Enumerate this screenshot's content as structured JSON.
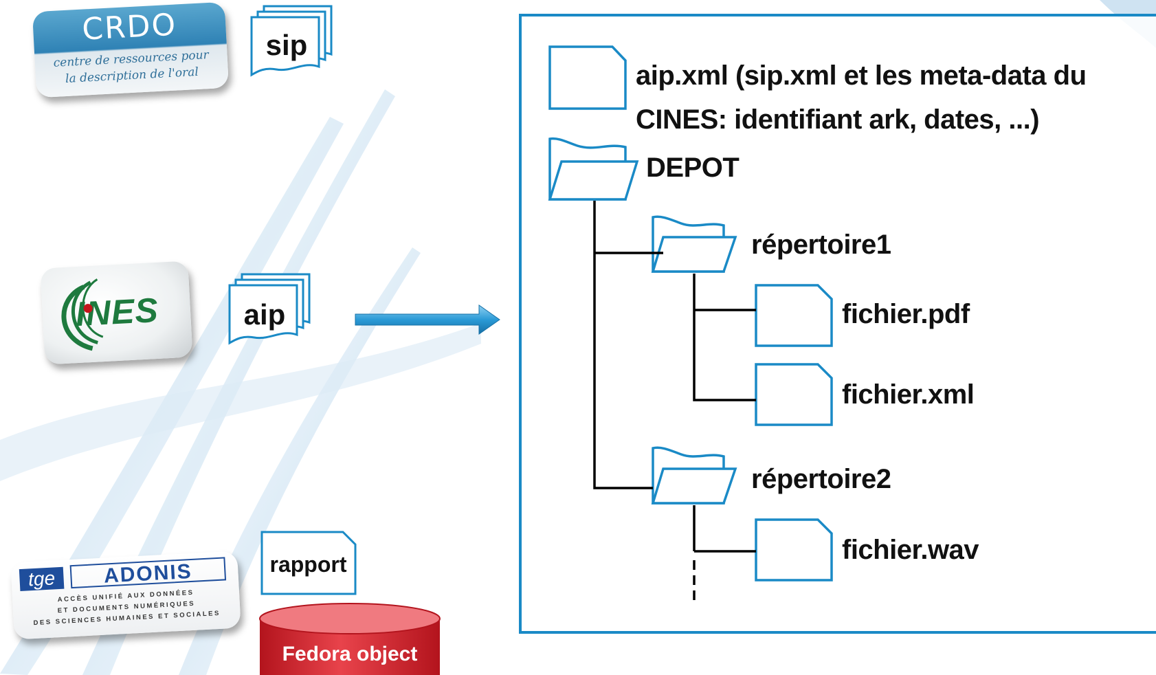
{
  "colors": {
    "accent": "#1a8ac6",
    "doc_fill": "#ffffff",
    "tree_line": "#000000",
    "fedora_red": "#d11f2a",
    "arrow_blue": "#2b9ad6"
  },
  "logos": {
    "crdo": {
      "title": "CRDO",
      "subtitle_line1": "centre de ressources pour",
      "subtitle_line2": "la description de l'oral"
    },
    "cines": {
      "text": "INES"
    },
    "adonis": {
      "tge": "tge",
      "name": "ADONIS",
      "line1": "ACCÈS UNIFIÉ AUX DONNÉES",
      "line2": "ET DOCUMENTS NUMÉRIQUES",
      "line3": "DES SCIENCES HUMAINES ET SOCIALES"
    }
  },
  "documents": {
    "sip": "sip",
    "aip": "aip",
    "rapport": "rapport",
    "fedora": "Fedora object"
  },
  "tree": {
    "root_file_line1": "aip.xml (sip.xml et les meta-data du",
    "root_file_line2": "CINES: identifiant ark, dates, ...)",
    "depot": "DEPOT",
    "folder1": "répertoire1",
    "file_pdf": "fichier.pdf",
    "file_xml": "fichier.xml",
    "folder2": "répertoire2",
    "file_wav": "fichier.wav"
  }
}
